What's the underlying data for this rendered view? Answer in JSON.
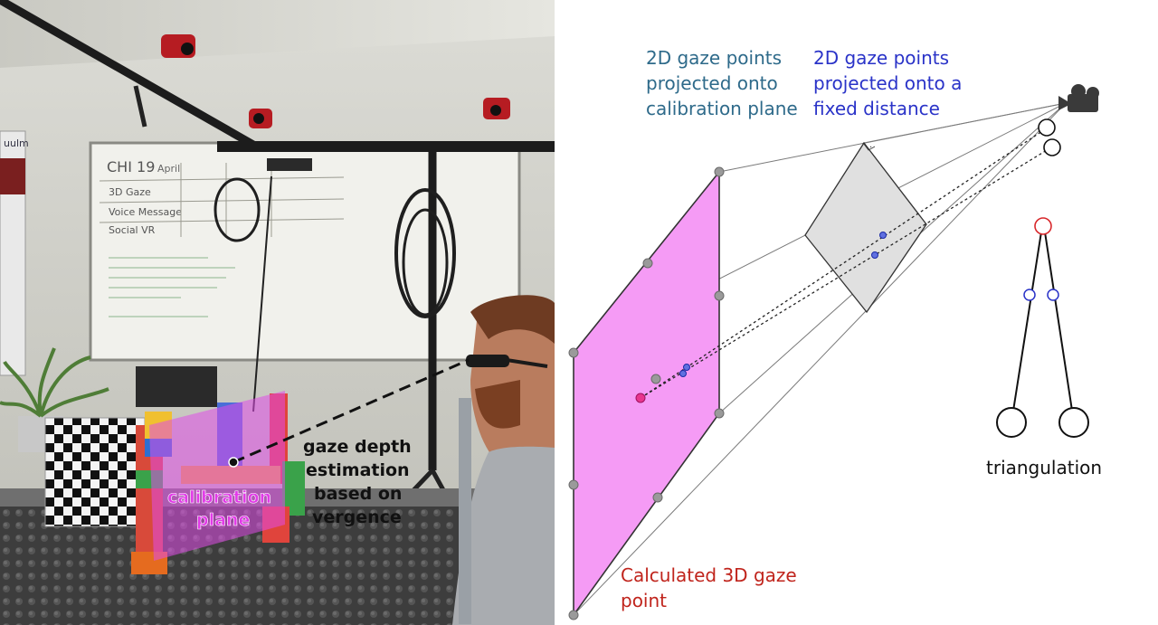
{
  "photo": {
    "whiteboard_header": "CHI 19",
    "whiteboard_line1": "3D Gaze",
    "whiteboard_line2": "Voice Message",
    "whiteboard_line3": "Social VR",
    "whiteboard_partial": "April",
    "poster_header": "uulm",
    "overlay_label_calibration_line1": "calibration",
    "overlay_label_calibration_line2": "plane",
    "overlay_label_depth_line1": "gaze depth",
    "overlay_label_depth_line2": "estimation",
    "overlay_label_depth_line3": "based on",
    "overlay_label_depth_line4": "vergence"
  },
  "diagram": {
    "label_2d_calibration_line1": "2D gaze points",
    "label_2d_calibration_line2": "projected onto",
    "label_2d_calibration_line3": "calibration plane",
    "label_2d_fixed_line1": "2D gaze points",
    "label_2d_fixed_line2": "projected onto a",
    "label_2d_fixed_line3": "fixed distance",
    "label_3d_line1": "Calculated 3D gaze",
    "label_3d_line2": "point",
    "label_triangulation": "triangulation",
    "colors": {
      "teal_label": "#2e6a8a",
      "blue_label": "#2a33c8",
      "red_label": "#c0241c",
      "magenta_plane": "#f59bf5",
      "gray_plane": "#e0e0e0",
      "gaze_point": "#e8368e"
    }
  }
}
